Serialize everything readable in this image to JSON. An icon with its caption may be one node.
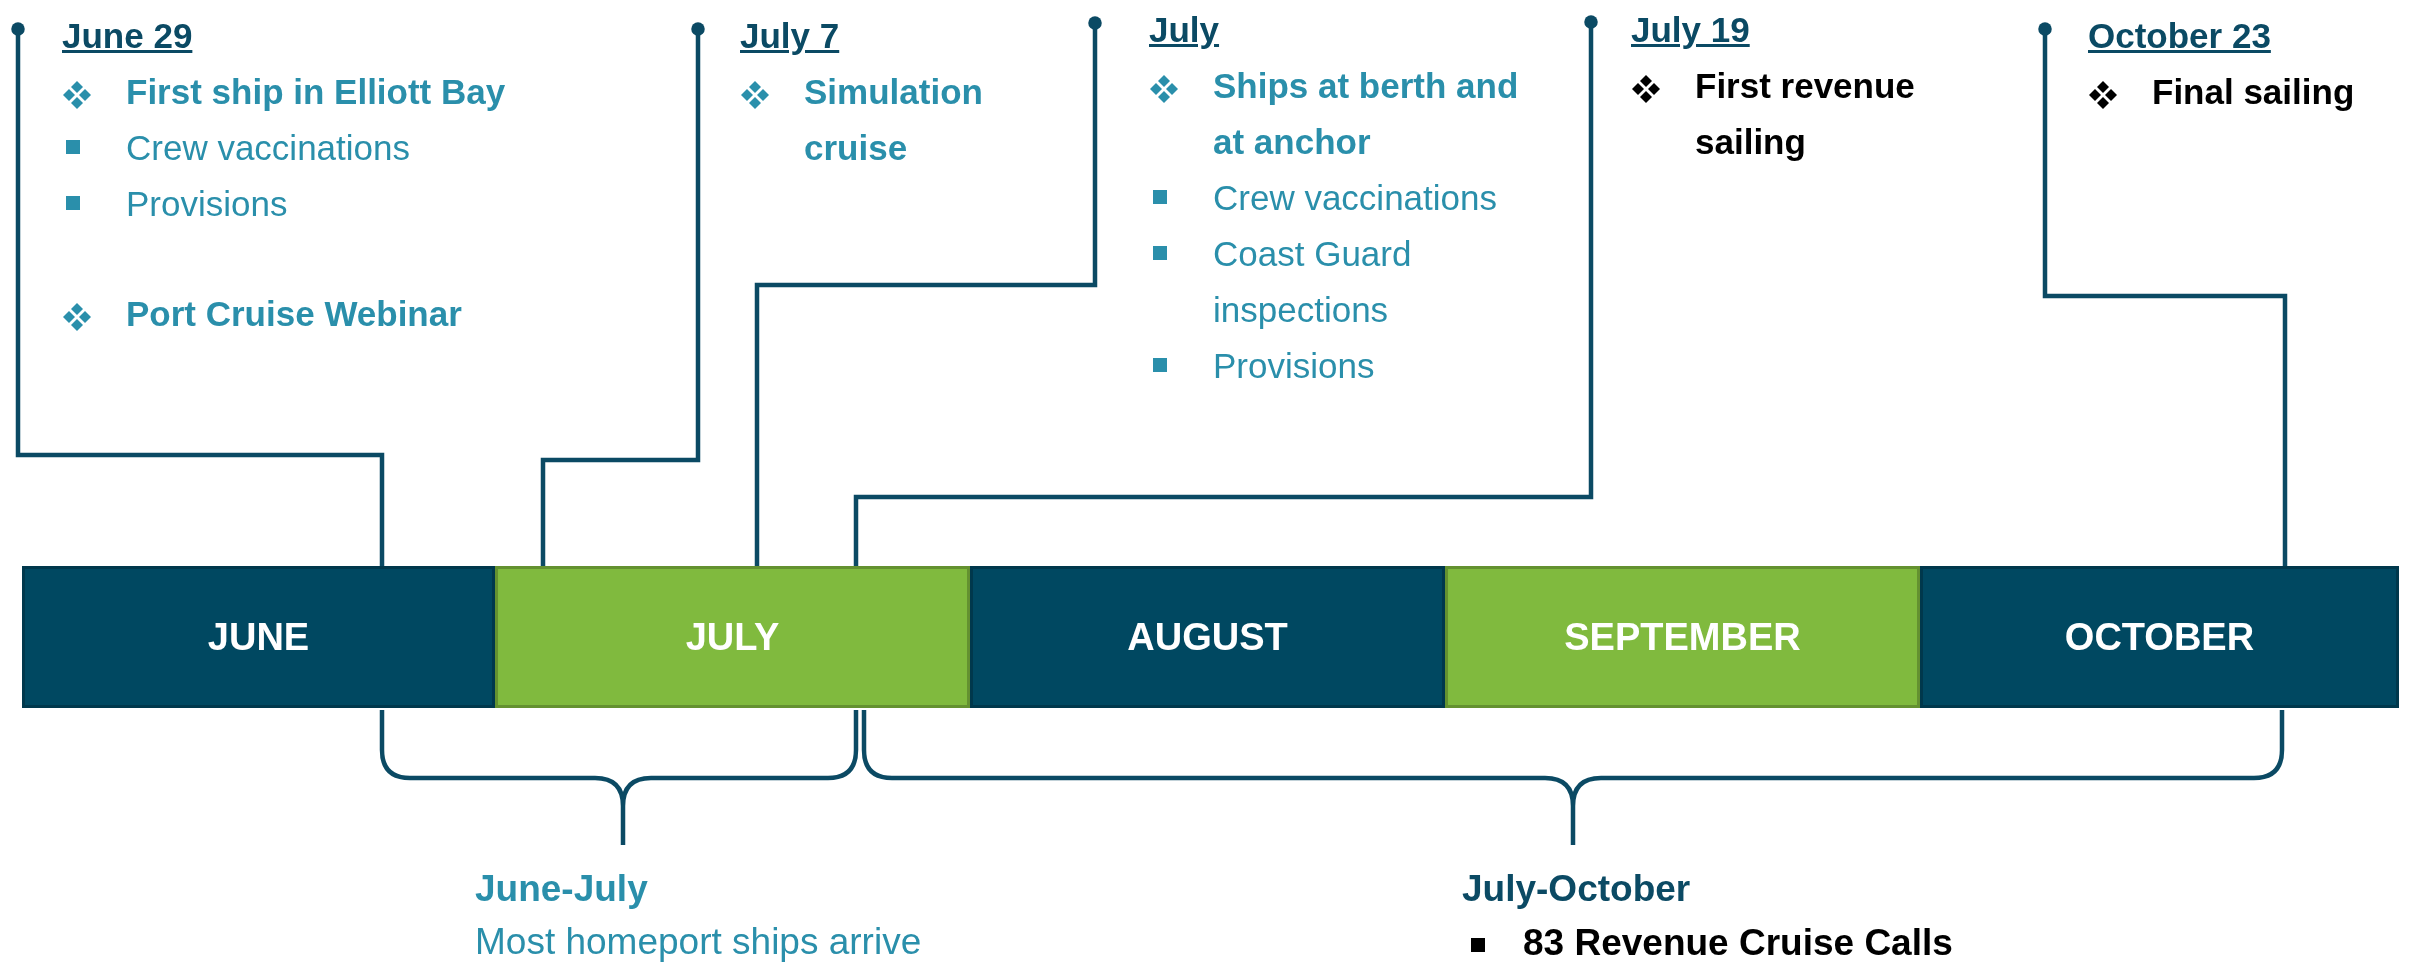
{
  "diagram": {
    "nodes": [
      {
        "text": [
          "June 29",
          "First ship in Elliott Bay",
          "Crew vaccinations",
          "Provisions",
          "Port Cruise Webinar"
        ]
      },
      {
        "text": [
          "July 7",
          "Simulation cruise"
        ]
      },
      {
        "text": [
          "July",
          "Ships at berth and at anchor",
          "Crew vaccinations",
          "Coast Guard inspections",
          "Provisions"
        ]
      },
      {
        "text": [
          "July 19",
          "First revenue sailing"
        ]
      },
      {
        "text": [
          "October 23",
          "Final sailing"
        ]
      },
      {
        "text": [
          "JUNE"
        ]
      },
      {
        "text": [
          "JULY"
        ]
      },
      {
        "text": [
          "AUGUST"
        ]
      },
      {
        "text": [
          "SEPTEMBER"
        ]
      },
      {
        "text": [
          "OCTOBER"
        ]
      }
    ],
    "edges": [
      {
        "from": 0,
        "to": 5,
        "arrow": "other"
      },
      {
        "from": 1,
        "to": 6,
        "arrow": "other"
      },
      {
        "from": 2,
        "to": 6,
        "arrow": "other"
      },
      {
        "from": 3,
        "to": 6,
        "arrow": "other"
      },
      {
        "from": 4,
        "to": 9,
        "arrow": "other"
      }
    ],
    "labels": [
      "June-July",
      "Most homeport ships arrive",
      "July-October",
      "83 Revenue Cruise Calls"
    ]
  }
}
